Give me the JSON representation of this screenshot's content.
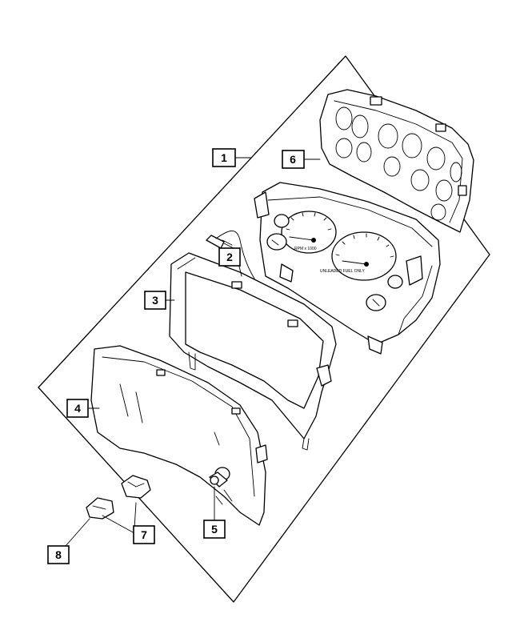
{
  "diagram": {
    "callouts": [
      {
        "id": "1",
        "label": "1"
      },
      {
        "id": "2",
        "label": "2"
      },
      {
        "id": "3",
        "label": "3"
      },
      {
        "id": "4",
        "label": "4"
      },
      {
        "id": "5",
        "label": "5"
      },
      {
        "id": "6",
        "label": "6"
      },
      {
        "id": "7",
        "label": "7"
      },
      {
        "id": "8",
        "label": "8"
      }
    ],
    "gauge_text": {
      "speedometer_legend": "UNLEADED FUEL ONLY",
      "tach_legend": "RPM x 1000"
    }
  }
}
